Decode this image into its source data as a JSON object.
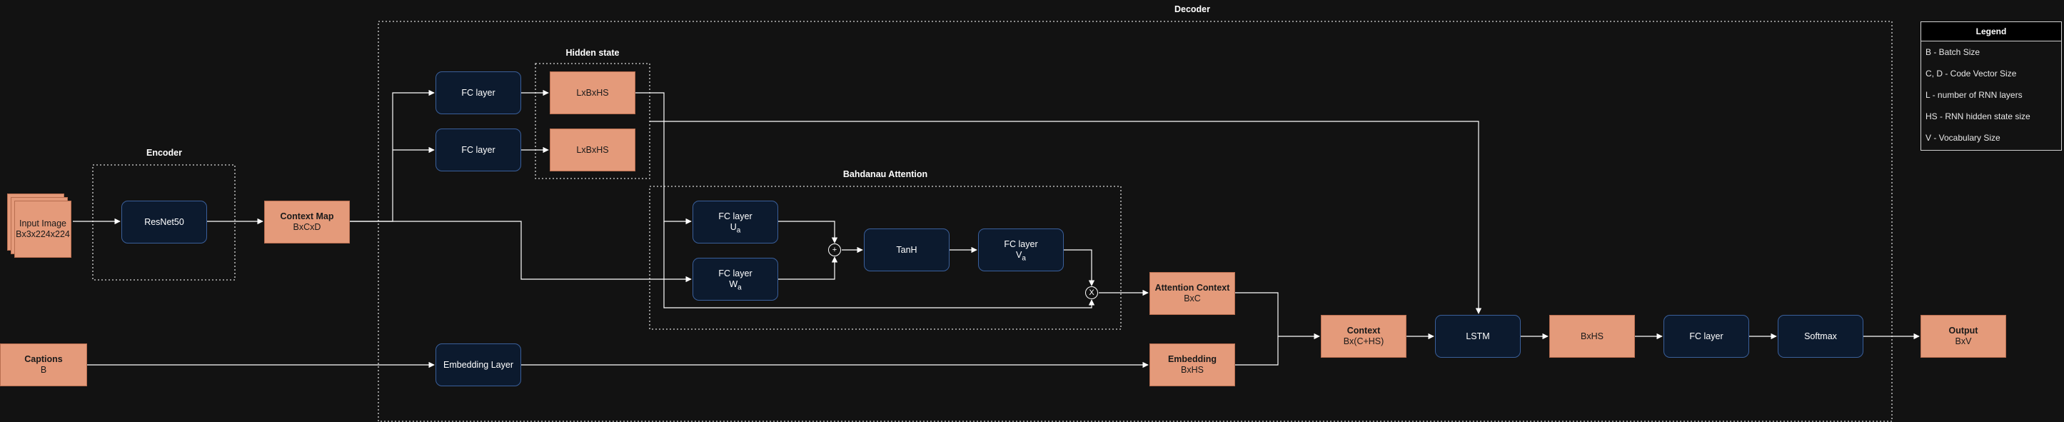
{
  "groups": {
    "decoder": "Decoder",
    "encoder": "Encoder",
    "hidden_state": "Hidden state",
    "attention": "Bahdanau Attention"
  },
  "nodes": {
    "input_image": {
      "title": "Input Image",
      "sub": "Bx3x224x224"
    },
    "resnet": {
      "title": "ResNet50"
    },
    "context_map": {
      "title": "Context Map",
      "sub": "BxCxD"
    },
    "fc_top": {
      "title": "FC layer"
    },
    "fc_mid": {
      "title": "FC layer"
    },
    "hidden_1": {
      "title": "LxBxHS"
    },
    "hidden_2": {
      "title": "LxBxHS"
    },
    "fc_ua": {
      "title": "FC layer",
      "sym": "U",
      "subscript": "a"
    },
    "fc_wa": {
      "title": "FC layer",
      "sym": "W",
      "subscript": "a"
    },
    "plus_op": {
      "symbol": "+"
    },
    "tanh": {
      "title": "TanH"
    },
    "fc_va": {
      "title": "FC layer",
      "sym": "V",
      "subscript": "a"
    },
    "times_op": {
      "symbol": "X"
    },
    "attention_context": {
      "title": "Attention Context",
      "sub": "BxC"
    },
    "captions": {
      "title": "Captions",
      "sub": "B"
    },
    "embedding_layer": {
      "title": "Embedding Layer"
    },
    "embedding": {
      "title": "Embedding",
      "sub": "BxHS"
    },
    "context": {
      "title": "Context",
      "sub": "Bx(C+HS)"
    },
    "lstm": {
      "title": "LSTM"
    },
    "bxhs": {
      "title": "BxHS"
    },
    "fc_final": {
      "title": "FC layer"
    },
    "softmax": {
      "title": "Softmax"
    },
    "output": {
      "title": "Output",
      "sub": "BxV"
    }
  },
  "legend": {
    "title": "Legend",
    "items": [
      "B - Batch Size",
      "C, D - Code Vector Size",
      "L - number of RNN layers",
      "HS - RNN hidden state size",
      "V - Vocabulary Size"
    ]
  },
  "colors": {
    "background": "#121212",
    "dark_node_fill": "#0c1a2e",
    "dark_node_border": "#3a5f9a",
    "orange_node_fill": "#e49a7a",
    "edge": "#ffffff"
  }
}
